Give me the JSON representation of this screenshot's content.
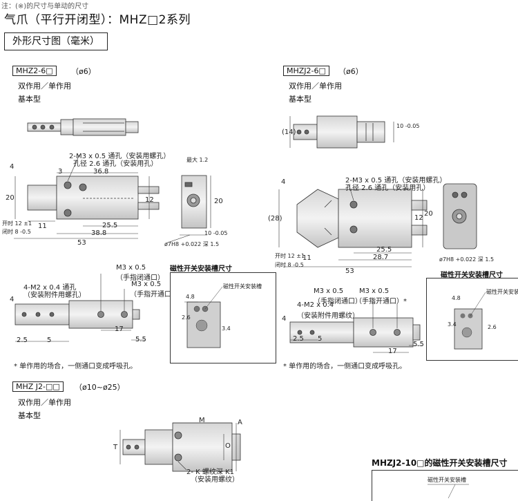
{
  "header": {
    "cut_text": "注：(※)的尺寸与单动的尺寸",
    "title": "气爪（平行开闭型）：MHZ□2系列",
    "section": "外形尺寸图（毫米）"
  },
  "left_top": {
    "model": "MHZ2-6□",
    "bore": "（ø6）",
    "line1": "双作用／单作用",
    "line2": "基本型",
    "dims": {
      "hole_note1": "2-M3 x 0.5 通孔（安装用螺孔）",
      "hole_note2": "孔径 2.6 通孔（安装用孔）",
      "d36_8": "36.8",
      "d3": "3",
      "d12": "12",
      "d20a": "20",
      "d11": "11",
      "d25_5": "25.5",
      "d38_8": "38.8",
      "d53": "53",
      "d4": "4",
      "open_close": "开时 12 ±1",
      "closed": "闭时 8 -0.5",
      "width_t": "最大 1.2",
      "d20b": "20",
      "d10": "10 -0.05",
      "bore_depth": "ø7H8 +0.022 深 1.5"
    }
  },
  "right_top": {
    "model": "MHZJ2-6□",
    "bore": "（ø6）",
    "line1": "双作用／单作用",
    "line2": "基本型",
    "dims": {
      "d14": "(14)",
      "d10": "10 -0.05",
      "hole_note1": "2-M3 x 0.5 通孔（安装用螺孔）",
      "hole_note2": "孔径 2.6 通孔（安装用孔）",
      "d28": "(28)",
      "d12": "12",
      "d20": "20",
      "d11": "11",
      "d25_5": "25.5",
      "d28_7": "28.7",
      "d53": "53",
      "d4": "4",
      "open_close": "开时 12 ±1",
      "closed": "闭时 8 -0.5",
      "bore_depth": "ø7H8 +0.022 深 1.5"
    }
  },
  "left_mid": {
    "port1": "M3 x 0.5",
    "port1_note": "（手指闭通口）",
    "port2": "M3 x 0.5",
    "port2_note": "（手指开通口）*",
    "hole": "4-M2 x 0.4 通孔",
    "hole_note": "（安装附件用螺孔）",
    "d4": "4",
    "d2_5": "2.5",
    "d5": "5",
    "d17": "17",
    "d5_5": "5.5",
    "footnote": "* 单作用的场合，一侧通口变成呼吸孔。"
  },
  "right_mid": {
    "port1": "M3 x 0.5",
    "port1_note": "（手指闭通口）",
    "port2": "M3 x 0.5",
    "port2_note": "（手指开通口）*",
    "hole": "4-M2 x 0.4",
    "hole_note": "（安装附件用螺纹）",
    "d4": "4",
    "d2_5": "2.5",
    "d5": "5",
    "d17": "17",
    "d5_5": "5.5",
    "footnote": "* 单作用的场合，一侧通口变成呼吸孔。"
  },
  "switch_panel_left": {
    "title": "磁性开关安装槽尺寸",
    "label": "磁性开关安装槽",
    "d4_8": "4.8",
    "d3_4": "3.4",
    "d2_6": "2.6"
  },
  "switch_panel_right": {
    "title": "磁性开关安装槽尺寸",
    "label": "磁性开关安装槽",
    "d4_8": "4.8",
    "d2_6": "2.6",
    "d3_4": "3.4"
  },
  "bottom_left": {
    "model": "MHZ J2-□□",
    "bore": "（ø10~ø25）",
    "line1": "双作用／单作用",
    "line2": "基本型",
    "dims": {
      "M": "M",
      "A": "A",
      "T": "T",
      "O": "O",
      "hole": "2- K 螺纹深 K1",
      "hole_note": "（安装用螺纹）"
    }
  },
  "bottom_right": {
    "title": "MHZJ2-10□的磁性开关安装槽尺寸",
    "label": "磁性开关安装槽"
  }
}
